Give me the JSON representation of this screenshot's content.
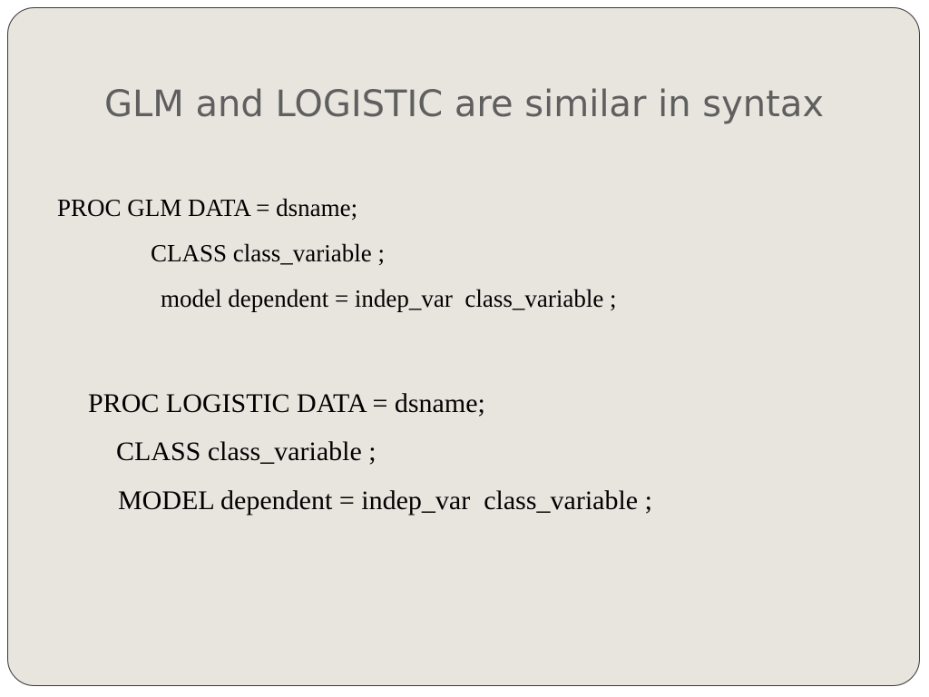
{
  "slide": {
    "title": "GLM and LOGISTIC are similar in syntax",
    "glm_block": {
      "line1": "PROC GLM DATA = dsname;",
      "line2": "CLASS class_variable ;",
      "line3": "model dependent = indep_var  class_variable ;"
    },
    "logistic_block": {
      "line1": "PROC LOGISTIC DATA = dsname;",
      "line2": "CLASS class_variable ;",
      "line3": "MODEL dependent = indep_var  class_variable ;"
    }
  }
}
